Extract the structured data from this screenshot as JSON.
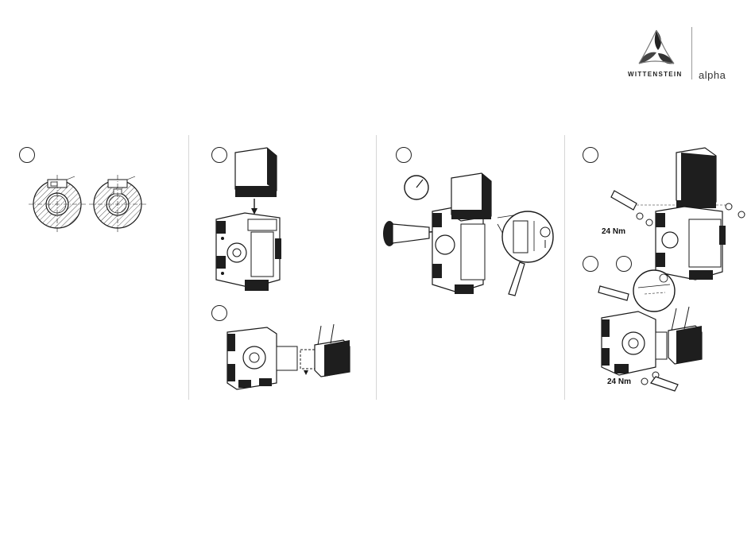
{
  "brand": {
    "name": "WITTENSTEIN",
    "product": "alpha"
  },
  "panels": [
    {
      "id": "panel-1",
      "steps": 1
    },
    {
      "id": "panel-2",
      "steps": 2
    },
    {
      "id": "panel-3",
      "steps": 1
    },
    {
      "id": "panel-4",
      "steps": 3,
      "torque_labels": [
        "24 Nm",
        "24 Nm"
      ]
    }
  ],
  "colors": {
    "line": "#1a1a1a",
    "motor_fill": "#1e1e1e",
    "hatch": "#555555",
    "divider": "#d6d6d6"
  }
}
